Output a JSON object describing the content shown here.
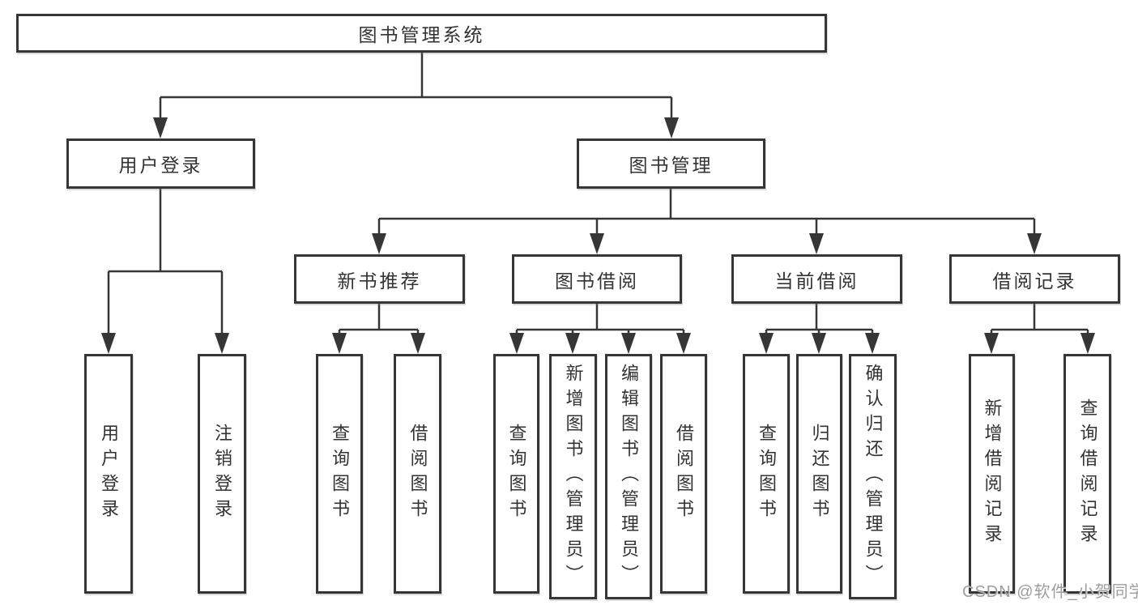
{
  "diagram": {
    "root": "图书管理系统",
    "level2": [
      "用户登录",
      "图书管理"
    ],
    "level3": [
      "新书推荐",
      "图书借阅",
      "当前借阅",
      "借阅记录"
    ],
    "leaves": {
      "user_login": [
        "用户登录",
        "注销登录"
      ],
      "new_book_recommend": [
        "查询图书",
        "借阅图书"
      ],
      "book_borrow": [
        "查询图书",
        "新增图书（管理员）",
        "编辑图书（管理员）",
        "借阅图书"
      ],
      "current_borrow": [
        "查询图书",
        "归还图书",
        "确认归还（管理员）"
      ],
      "borrow_records": [
        "新增借阅记录",
        "查询借阅记录"
      ]
    }
  },
  "watermark": {
    "text": "CSDN @软件_小贺同学"
  },
  "colors": {
    "line": "#363636",
    "text": "#333333",
    "background": "#ffffff",
    "watermark": "#9e9e9e"
  }
}
